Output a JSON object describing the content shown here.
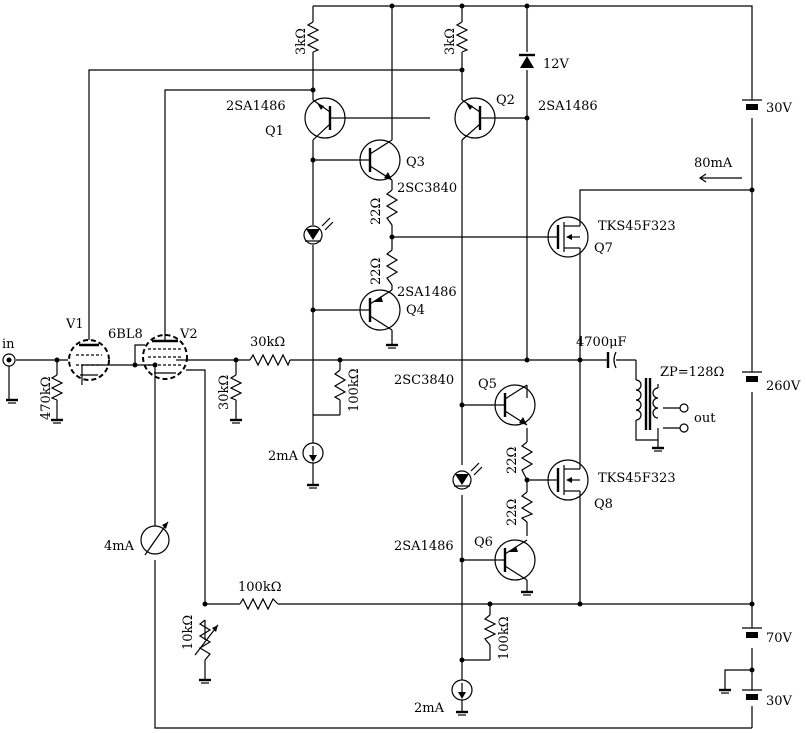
{
  "input_label": "in",
  "output_label": "out",
  "tubes": {
    "v1": "V1",
    "v2": "V2",
    "type": "6BL8"
  },
  "resistors": {
    "r_q1_emitter": "3kΩ",
    "r_q2_emitter": "3kΩ",
    "r_grid_in": "470kΩ",
    "r_series": "30kΩ",
    "r_shunt_left": "30kΩ",
    "r_shunt_mid": "100kΩ",
    "r_upper_a": "22Ω",
    "r_upper_b": "22Ω",
    "r_lower_a": "22Ω",
    "r_lower_b": "22Ω",
    "r_feedback": "100kΩ",
    "r_adjust": "10kΩ",
    "r_lower_shunt": "100kΩ"
  },
  "transistors": {
    "q1_part": "2SA1486",
    "q1_label": "Q1",
    "q2_part": "2SA1486",
    "q2_label": "Q2",
    "q3_part": "2SC3840",
    "q3_label": "Q3",
    "q4_part": "2SA1486",
    "q4_label": "Q4",
    "q5_part": "2SC3840",
    "q5_label": "Q5",
    "q6_part": "2SA1486",
    "q6_label": "Q6",
    "q7_part": "TKS45F323",
    "q7_label": "Q7",
    "q8_part": "TKS45F323",
    "q8_label": "Q8"
  },
  "zener": "12V",
  "current_sources": {
    "upper": "2mA",
    "lower": "2mA"
  },
  "meter": "4mA",
  "current_arrow": "80mA",
  "capacitor": "4700μF",
  "transformer": "ZP=128Ω",
  "supplies": {
    "s1": "30V",
    "s2": "260V",
    "s3": "70V",
    "s4": "30V"
  }
}
